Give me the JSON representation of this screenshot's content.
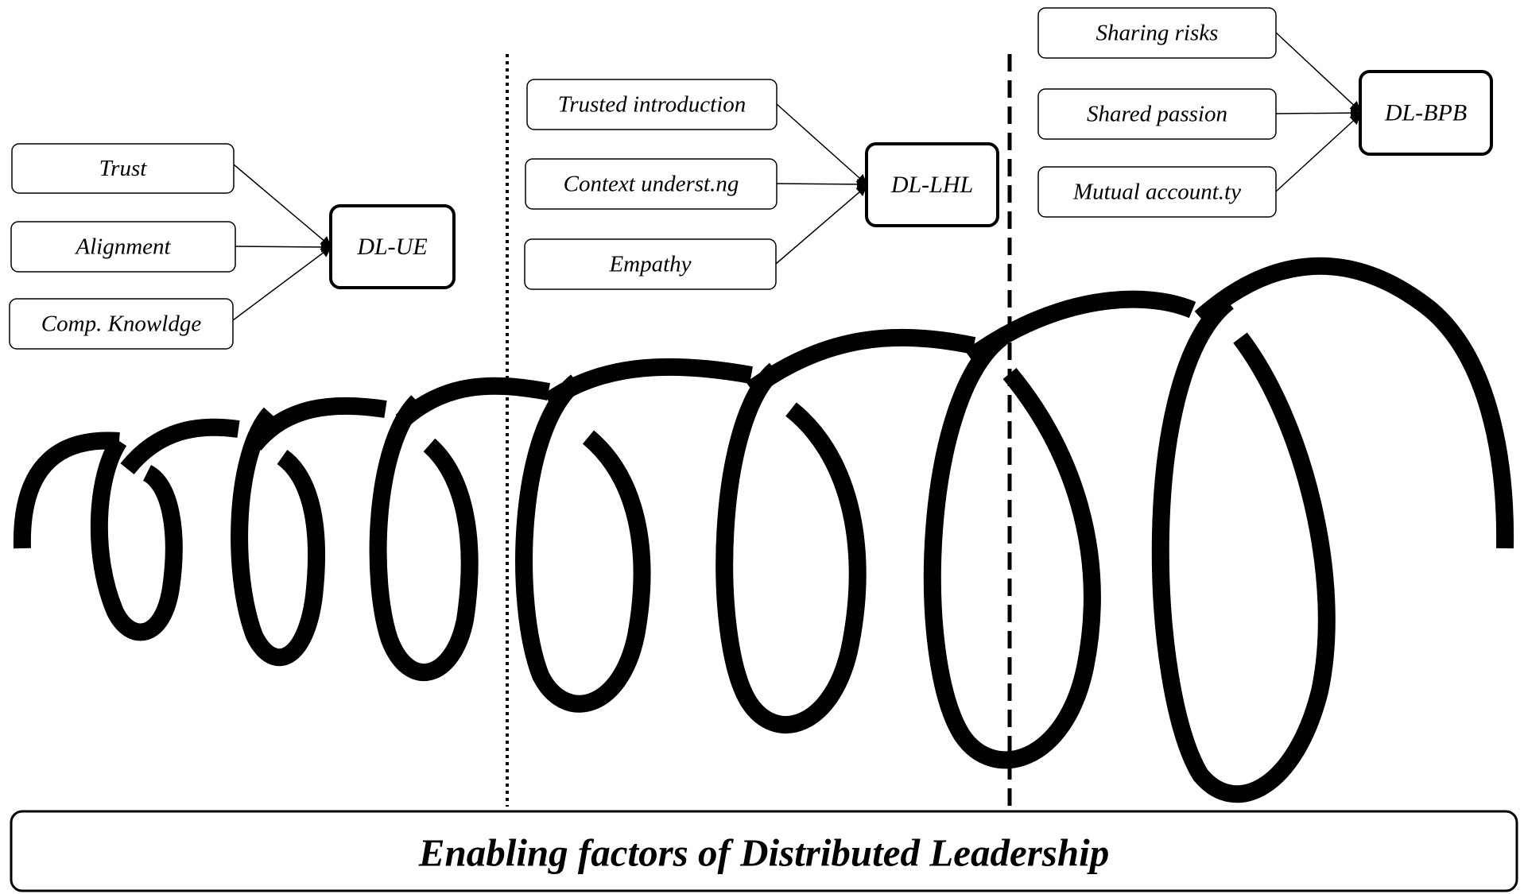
{
  "footer": {
    "label": "Enabling factors of Distributed Leadership"
  },
  "groups": [
    {
      "outcome": "DL-UE",
      "factors": [
        "Trust",
        "Alignment",
        "Comp. Knowldge"
      ]
    },
    {
      "outcome": "DL-LHL",
      "factors": [
        "Trusted introduction",
        "Context underst.ng",
        "Empathy"
      ]
    },
    {
      "outcome": "DL-BPB",
      "factors": [
        "Sharing risks",
        "Shared passion",
        "Mutual account.ty"
      ]
    }
  ],
  "colors": {
    "stroke": "#000000",
    "background": "#ffffff"
  }
}
